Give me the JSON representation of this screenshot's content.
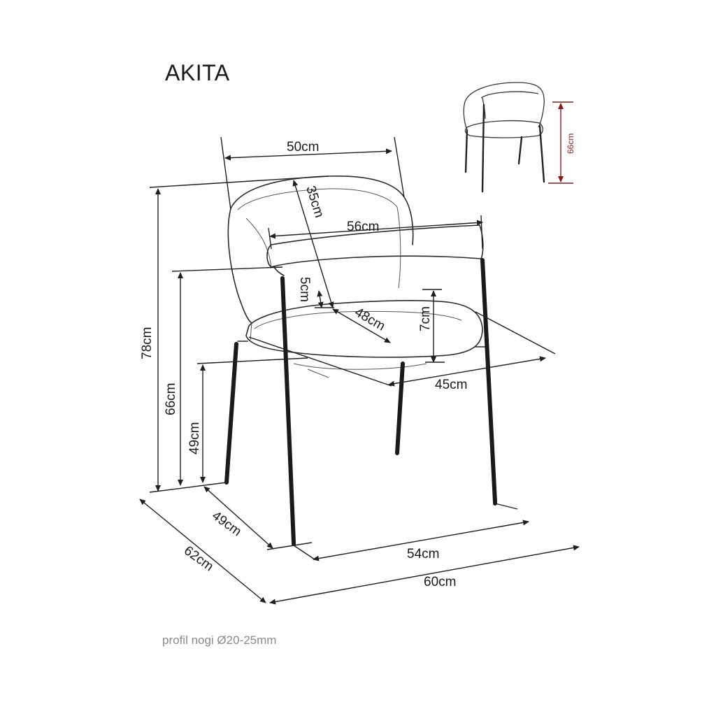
{
  "title": "AKITA",
  "footnote": "profil nogi Ø20-25mm",
  "dimensions": {
    "backrest_width": "50cm",
    "backrest_depth": "35cm",
    "seat_width_arms": "56cm",
    "arm_gap": "5cm",
    "seat_depth": "48cm",
    "seat_thickness": "7cm",
    "seat_width": "45cm",
    "total_height": "78cm",
    "armrest_height": "66cm",
    "seat_height": "49cm",
    "base_depth_inner": "49cm",
    "base_depth_outer": "62cm",
    "base_width_inner": "54cm",
    "base_width_outer": "60cm"
  },
  "inset": {
    "armrest_height": "66cm"
  }
}
